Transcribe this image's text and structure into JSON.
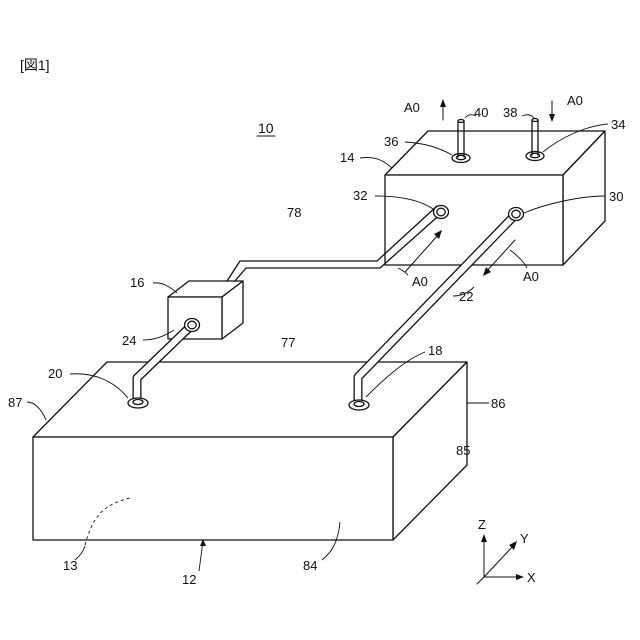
{
  "figure_label": "[図1]",
  "ref_numerals": {
    "assembly": "10",
    "n12": "12",
    "n13": "13",
    "n14": "14",
    "n16": "16",
    "n18": "18",
    "n20": "20",
    "n22": "22",
    "n24": "24",
    "n30": "30",
    "n32": "32",
    "n34": "34",
    "n36": "36",
    "n38": "38",
    "n40": "40",
    "n77": "77",
    "n78": "78",
    "n84": "84",
    "n85": "85",
    "n86": "86",
    "n87": "87"
  },
  "flow_label": "A0",
  "axes": {
    "x": "X",
    "y": "Y",
    "z": "Z"
  }
}
